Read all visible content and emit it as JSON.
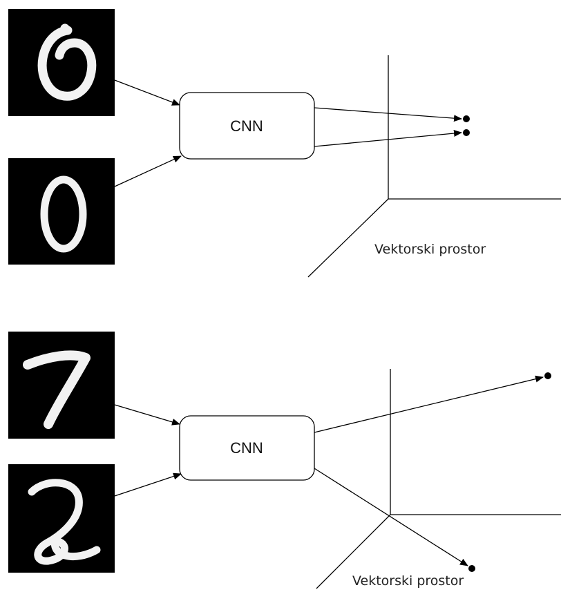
{
  "panels": [
    {
      "id": "top",
      "digits": [
        "0",
        "0"
      ],
      "network_label": "CNN",
      "space_label": "Vektorski prostor"
    },
    {
      "id": "bottom",
      "digits": [
        "7",
        "2"
      ],
      "network_label": "CNN",
      "space_label": "Vektorski prostor"
    }
  ]
}
